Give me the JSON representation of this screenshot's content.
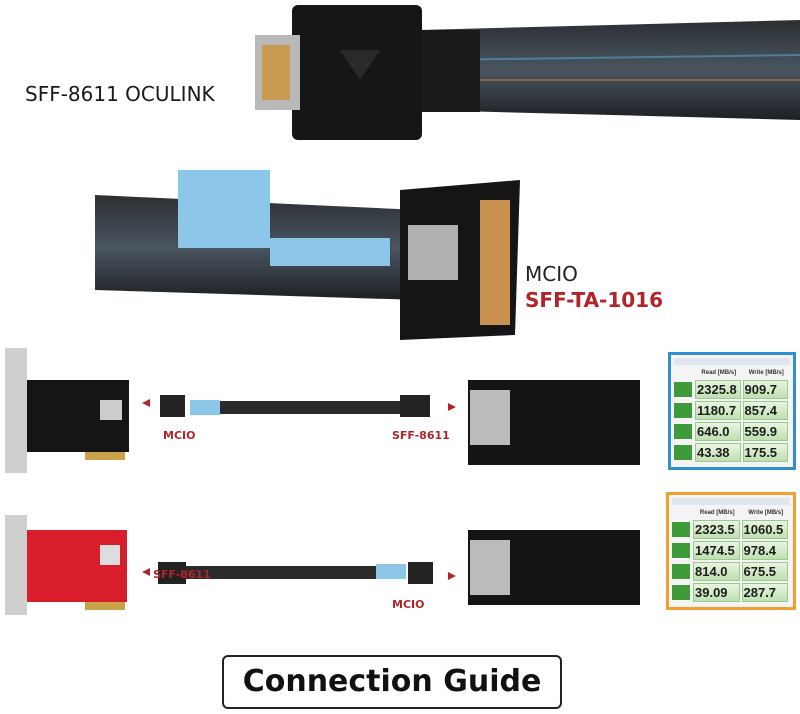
{
  "top_label": "SFF-8611 OCULINK",
  "mcio_label": "MCIO",
  "mcio_spec": "SFF-TA-1016",
  "row1": {
    "left_label": "MCIO",
    "right_label": "SFF-8611"
  },
  "row2": {
    "left_label": "SFF-8611",
    "right_label": "MCIO"
  },
  "benchmark1": {
    "border_color": "#2f8fd0",
    "headers": [
      "Read [MB/s]",
      "Write [MB/s]"
    ],
    "rows": [
      [
        "2325.8",
        "909.7"
      ],
      [
        "1180.7",
        "857.4"
      ],
      [
        "646.0",
        "559.9"
      ],
      [
        "43.38",
        "175.5"
      ]
    ]
  },
  "benchmark2": {
    "border_color": "#f0a030",
    "headers": [
      "Read [MB/s]",
      "Write [MB/s]"
    ],
    "rows": [
      [
        "2323.5",
        "1060.5"
      ],
      [
        "1474.5",
        "978.4"
      ],
      [
        "814.0",
        "675.5"
      ],
      [
        "39.09",
        "287.7"
      ]
    ]
  },
  "guide_title": "Connection Guide",
  "colors": {
    "accent_red": "#b3242a",
    "tab_blue": "#8cc6e8",
    "card_red": "#d81e2a"
  }
}
